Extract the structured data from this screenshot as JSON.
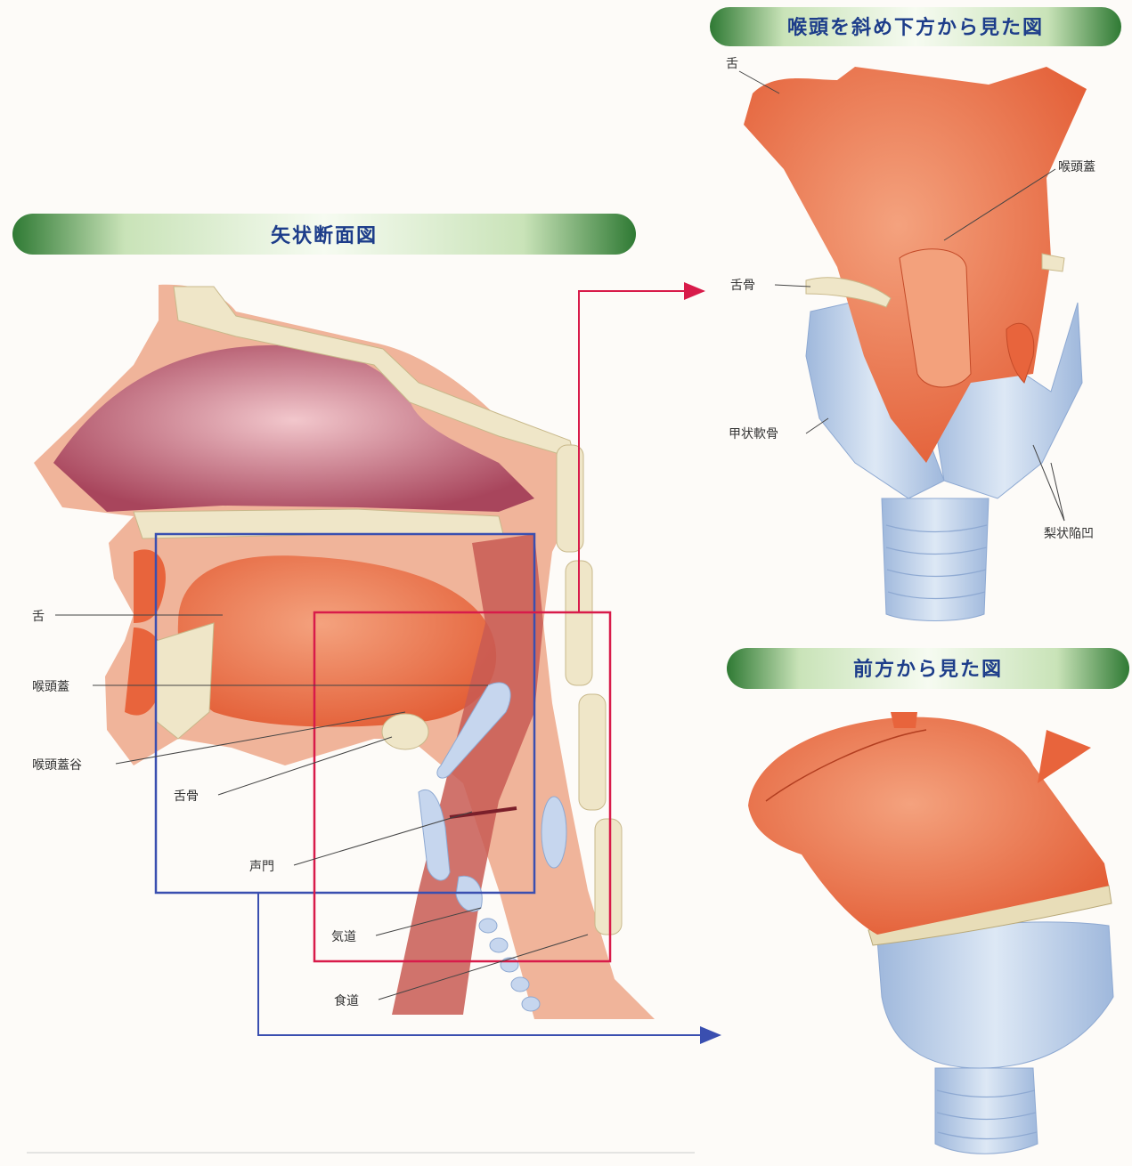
{
  "banners": {
    "sagittal": "矢状断面図",
    "oblique": "喉頭を斜め下方から見た図",
    "front": "前方から見た図"
  },
  "sagittal_labels": {
    "tongue": "舌",
    "epiglottis": "喉頭蓋",
    "vallecula": "喉頭蓋谷",
    "hyoid": "舌骨",
    "glottis": "声門",
    "trachea": "気道",
    "esophagus": "食道"
  },
  "oblique_labels": {
    "tongue": "舌",
    "epiglottis": "喉頭蓋",
    "hyoid": "舌骨",
    "thyroid_cartilage": "甲状軟骨",
    "piriform_recess": "梨状陥凹"
  },
  "colors": {
    "banner_green": "#3f8a3a",
    "muscle": "#e8643c",
    "muscle_light": "#f3a17c",
    "cartilage": "#b9cfe8",
    "bone": "#efe6c8",
    "cavity": "#b8546a",
    "red_frame": "#d81b4a",
    "blue_frame": "#3a4fb0"
  }
}
